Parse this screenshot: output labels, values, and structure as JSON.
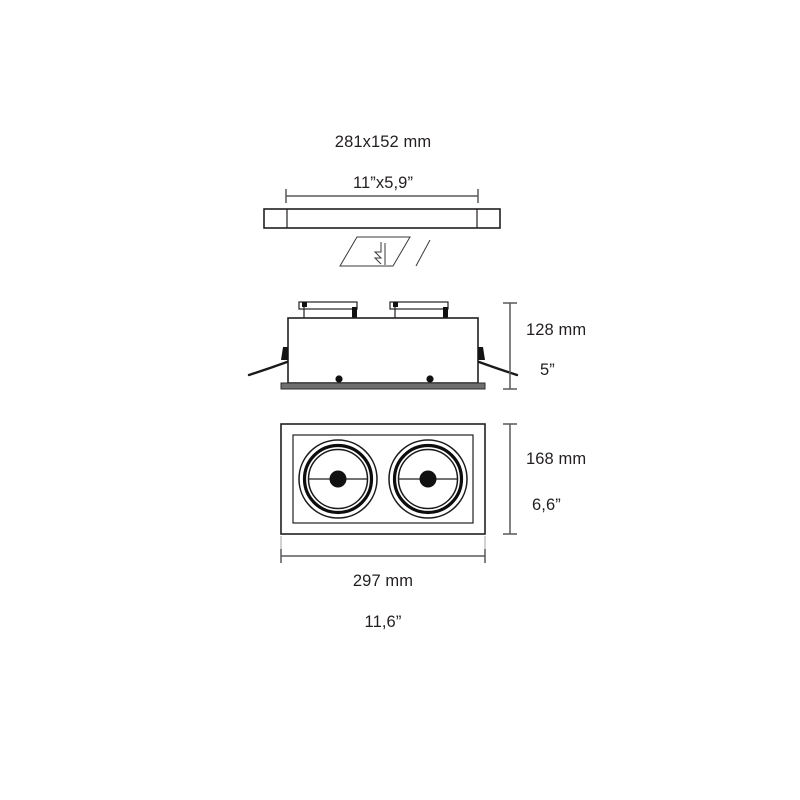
{
  "drawing": {
    "title": "Recessed double-spot luminaire dimensional drawing",
    "units_note": "mm and inches",
    "views": {
      "top": {
        "name": "cut-out / top profile view",
        "dim_mm": "281x152 mm",
        "dim_in": "11”x5,9”"
      },
      "side": {
        "name": "side elevation view",
        "height_mm": "128 mm",
        "height_in": "5”"
      },
      "bottom": {
        "name": "bottom face view with two gimbal spots",
        "height_mm": "168 mm",
        "height_in": "6,6”",
        "width_mm": "297 mm",
        "width_in": "11,6”",
        "spot_count": 2
      }
    },
    "labels": {
      "top_mm": "281x152 mm",
      "top_in": "11”x5,9”",
      "side_height_mm": "128 mm",
      "side_height_in": "5”",
      "face_height_mm": "168 mm",
      "face_height_in": "6,6”",
      "face_width_mm": "297 mm",
      "face_width_in": "11,6”"
    },
    "colors": {
      "background": "#ffffff",
      "line": "#231f20",
      "dimension_line": "#58595b",
      "plate_fill": "#6f6f6f",
      "ring_dark": "#0d0d0d"
    }
  }
}
